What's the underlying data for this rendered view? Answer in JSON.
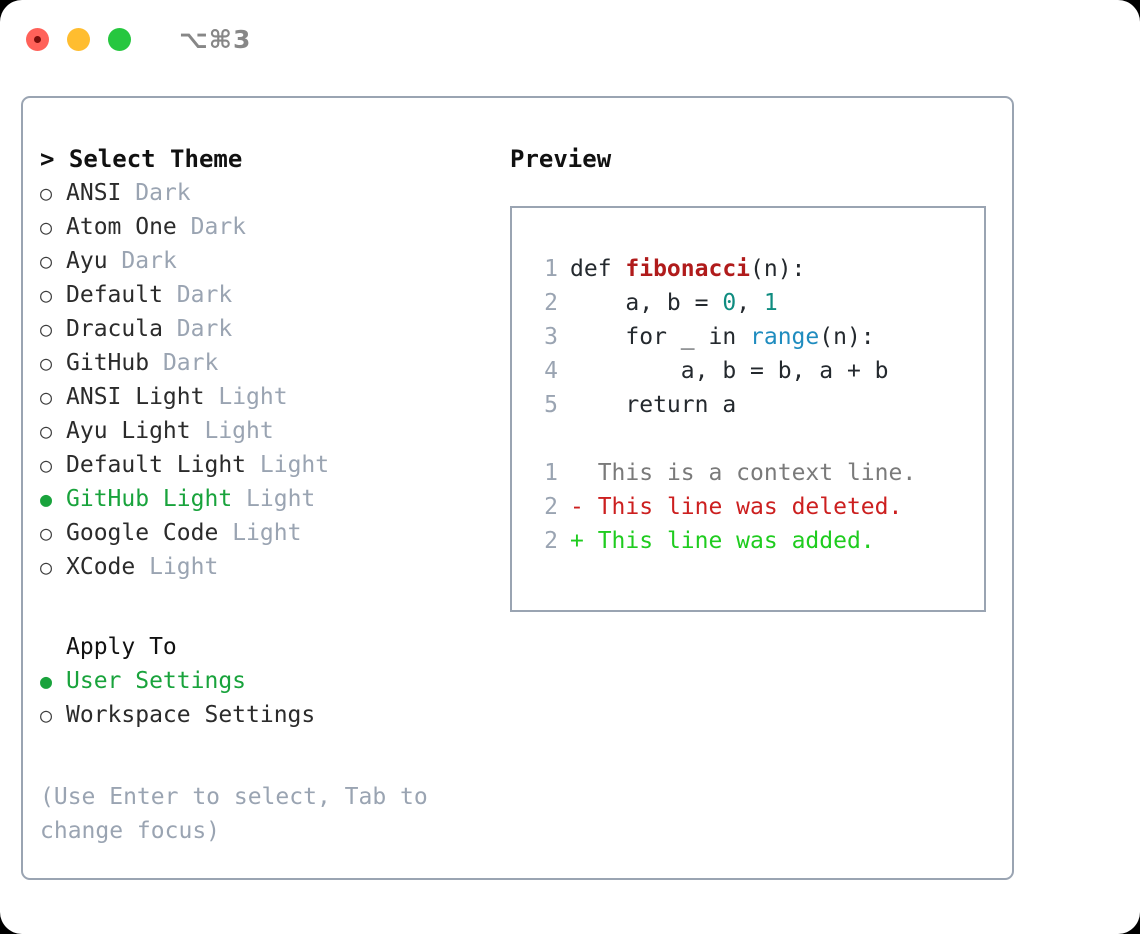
{
  "titlebar": {
    "shortcut": "⌥⌘3",
    "lights": [
      "close",
      "minimize",
      "maximize"
    ]
  },
  "theme_panel": {
    "heading": "> Select Theme",
    "options": [
      {
        "bullet": "○",
        "selected": false,
        "label": "ANSI",
        "badge": "Dark"
      },
      {
        "bullet": "○",
        "selected": false,
        "label": "Atom One",
        "badge": "Dark"
      },
      {
        "bullet": "○",
        "selected": false,
        "label": "Ayu",
        "badge": "Dark"
      },
      {
        "bullet": "○",
        "selected": false,
        "label": "Default",
        "badge": "Dark"
      },
      {
        "bullet": "○",
        "selected": false,
        "label": "Dracula",
        "badge": "Dark"
      },
      {
        "bullet": "○",
        "selected": false,
        "label": "GitHub",
        "badge": "Dark"
      },
      {
        "bullet": "○",
        "selected": false,
        "label": "ANSI Light",
        "badge": "Light"
      },
      {
        "bullet": "○",
        "selected": false,
        "label": "Ayu Light",
        "badge": "Light"
      },
      {
        "bullet": "○",
        "selected": false,
        "label": "Default Light",
        "badge": "Light"
      },
      {
        "bullet": "●",
        "selected": true,
        "label": "GitHub Light",
        "badge": "Light"
      },
      {
        "bullet": "○",
        "selected": false,
        "label": "Google Code",
        "badge": "Light"
      },
      {
        "bullet": "○",
        "selected": false,
        "label": "XCode",
        "badge": "Light"
      }
    ]
  },
  "apply_to": {
    "heading": "Apply To",
    "options": [
      {
        "bullet": "●",
        "selected": true,
        "label": "User Settings"
      },
      {
        "bullet": "○",
        "selected": false,
        "label": "Workspace Settings"
      }
    ]
  },
  "hint": "(Use Enter to select, Tab to change focus)",
  "preview": {
    "title": "Preview",
    "code_lines": [
      {
        "no": "1",
        "tokens": [
          {
            "t": "def ",
            "k": "plain"
          },
          {
            "t": "fibonacci",
            "k": "fn"
          },
          {
            "t": "(n):",
            "k": "plain"
          }
        ]
      },
      {
        "no": "2",
        "tokens": [
          {
            "t": "    a, b = ",
            "k": "plain"
          },
          {
            "t": "0",
            "k": "num"
          },
          {
            "t": ", ",
            "k": "plain"
          },
          {
            "t": "1",
            "k": "num"
          }
        ]
      },
      {
        "no": "3",
        "tokens": [
          {
            "t": "    for _ in ",
            "k": "plain"
          },
          {
            "t": "range",
            "k": "call"
          },
          {
            "t": "(n):",
            "k": "plain"
          }
        ]
      },
      {
        "no": "4",
        "tokens": [
          {
            "t": "        a, b = b, a + b",
            "k": "plain"
          }
        ]
      },
      {
        "no": "5",
        "tokens": [
          {
            "t": "    return a",
            "k": "plain"
          }
        ]
      }
    ],
    "diff_lines": [
      {
        "no": "1",
        "marker": "  ",
        "text": "This is a context line.",
        "kind": "ctx"
      },
      {
        "no": "2",
        "marker": "- ",
        "text": "This line was deleted.",
        "kind": "del"
      },
      {
        "no": "2",
        "marker": "+ ",
        "text": "This line was added.",
        "kind": "add"
      }
    ]
  },
  "colors": {
    "accent_green": "#19a33c",
    "muted": "#9aa4b2",
    "border": "#9aa4b2",
    "fn_red": "#b01b1b",
    "num_teal": "#0f8c80",
    "call_blue": "#1f8cbf",
    "diff_red": "#cc1f1f",
    "diff_green": "#1fcc1f"
  }
}
